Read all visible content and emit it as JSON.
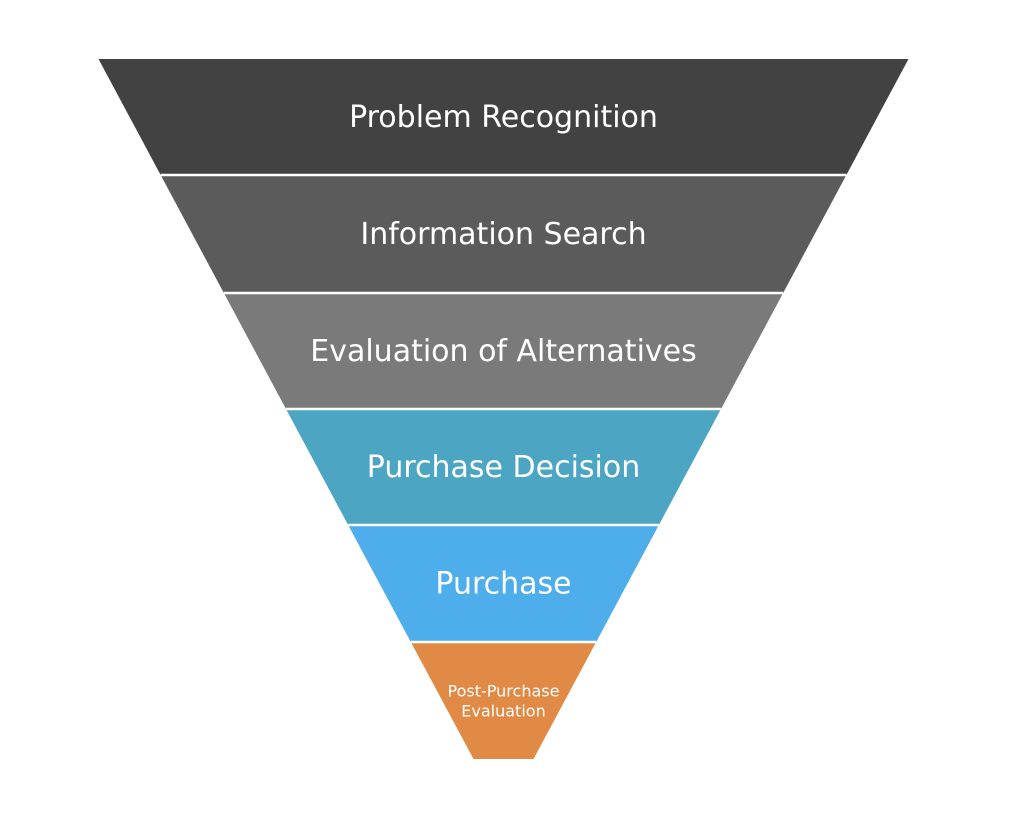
{
  "funnel": {
    "stages": [
      {
        "lines": [
          "Problem Recognition"
        ],
        "color": "#424242"
      },
      {
        "lines": [
          "Information Search"
        ],
        "color": "#5b5b5b"
      },
      {
        "lines": [
          "Evaluation of Alternatives"
        ],
        "color": "#7a7a7a"
      },
      {
        "lines": [
          "Purchase Decision"
        ],
        "color": "#4ba5c3"
      },
      {
        "lines": [
          "Purchase"
        ],
        "color": "#4eaeec"
      },
      {
        "lines": [
          "Post-Purchase",
          "Evaluation"
        ],
        "color": "#e08a45"
      }
    ],
    "separator_color": "#ffffff"
  }
}
